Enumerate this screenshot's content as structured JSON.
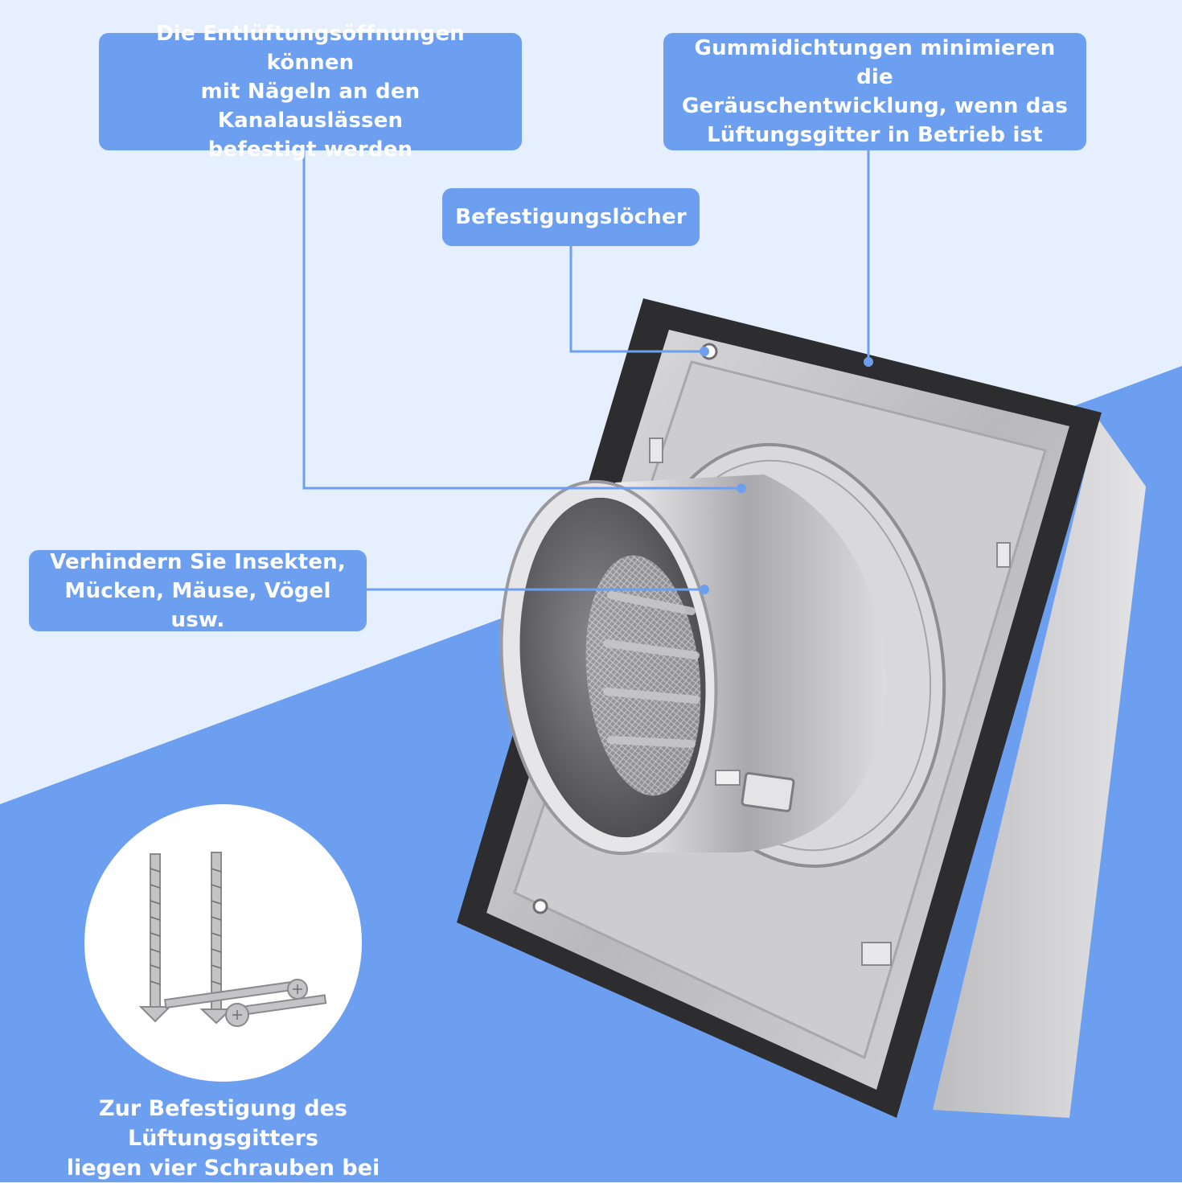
{
  "callouts": {
    "nails": {
      "lines": [
        "Die Entlüftungsöffnungen können",
        "mit Nägeln an den Kanalauslässen",
        "befestigt werden"
      ]
    },
    "gaskets": {
      "lines": [
        "Gummidichtungen minimieren die",
        "Geräuschentwicklung, wenn das",
        "Lüftungsgitter in Betrieb ist"
      ]
    },
    "holes": {
      "text": "Befestigungslöcher"
    },
    "insects": {
      "lines": [
        "Verhindern Sie Insekten,",
        "Mücken, Mäuse, Vögel usw."
      ]
    }
  },
  "screws": {
    "caption_lines": [
      "Zur Befestigung des Lüftungsgitters",
      "liegen vier Schrauben bei"
    ]
  },
  "colors": {
    "background_light": "#e6effd",
    "background_blue": "#6d9ff1",
    "callout_bg": "#6d9ff1",
    "callout_text": "#ffffff",
    "frame_dark": "#2d2d2f",
    "steel": "#c9c9cb"
  }
}
